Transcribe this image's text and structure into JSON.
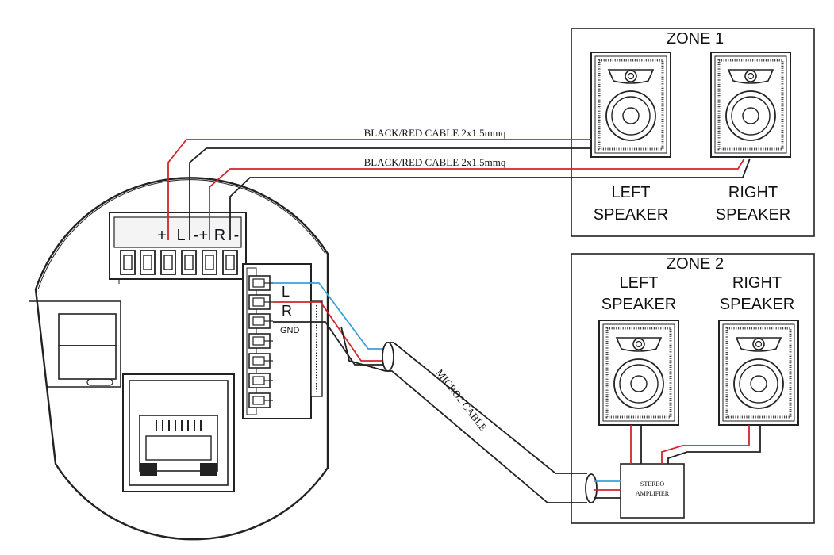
{
  "zone1": {
    "title": "ZONE 1",
    "left_label": [
      "LEFT",
      "SPEAKER"
    ],
    "right_label": [
      "RIGHT",
      "SPEAKER"
    ]
  },
  "zone2": {
    "title": "ZONE 2",
    "left_label": [
      "LEFT",
      "SPEAKER"
    ],
    "right_label": [
      "RIGHT",
      "SPEAKER"
    ]
  },
  "cables": {
    "left_cable": "BLACK/RED CABLE  2x1.5mmq",
    "right_cable": "BLACK/RED CABLE  2x1.5mmq",
    "micro2": "MICRO2 CABLE"
  },
  "terminal": {
    "plus_l": "+",
    "l": "L",
    "minus_plus": "-+",
    "r": "R",
    "minus": "-"
  },
  "output_terminal": {
    "l": "L",
    "r": "R",
    "gnd": "GND"
  },
  "amplifier": {
    "line1": "STEREO",
    "line2": "AMPLIFIER"
  },
  "colors": {
    "red": "#d0262b",
    "blue": "#3aa0d8",
    "black": "#222222"
  }
}
